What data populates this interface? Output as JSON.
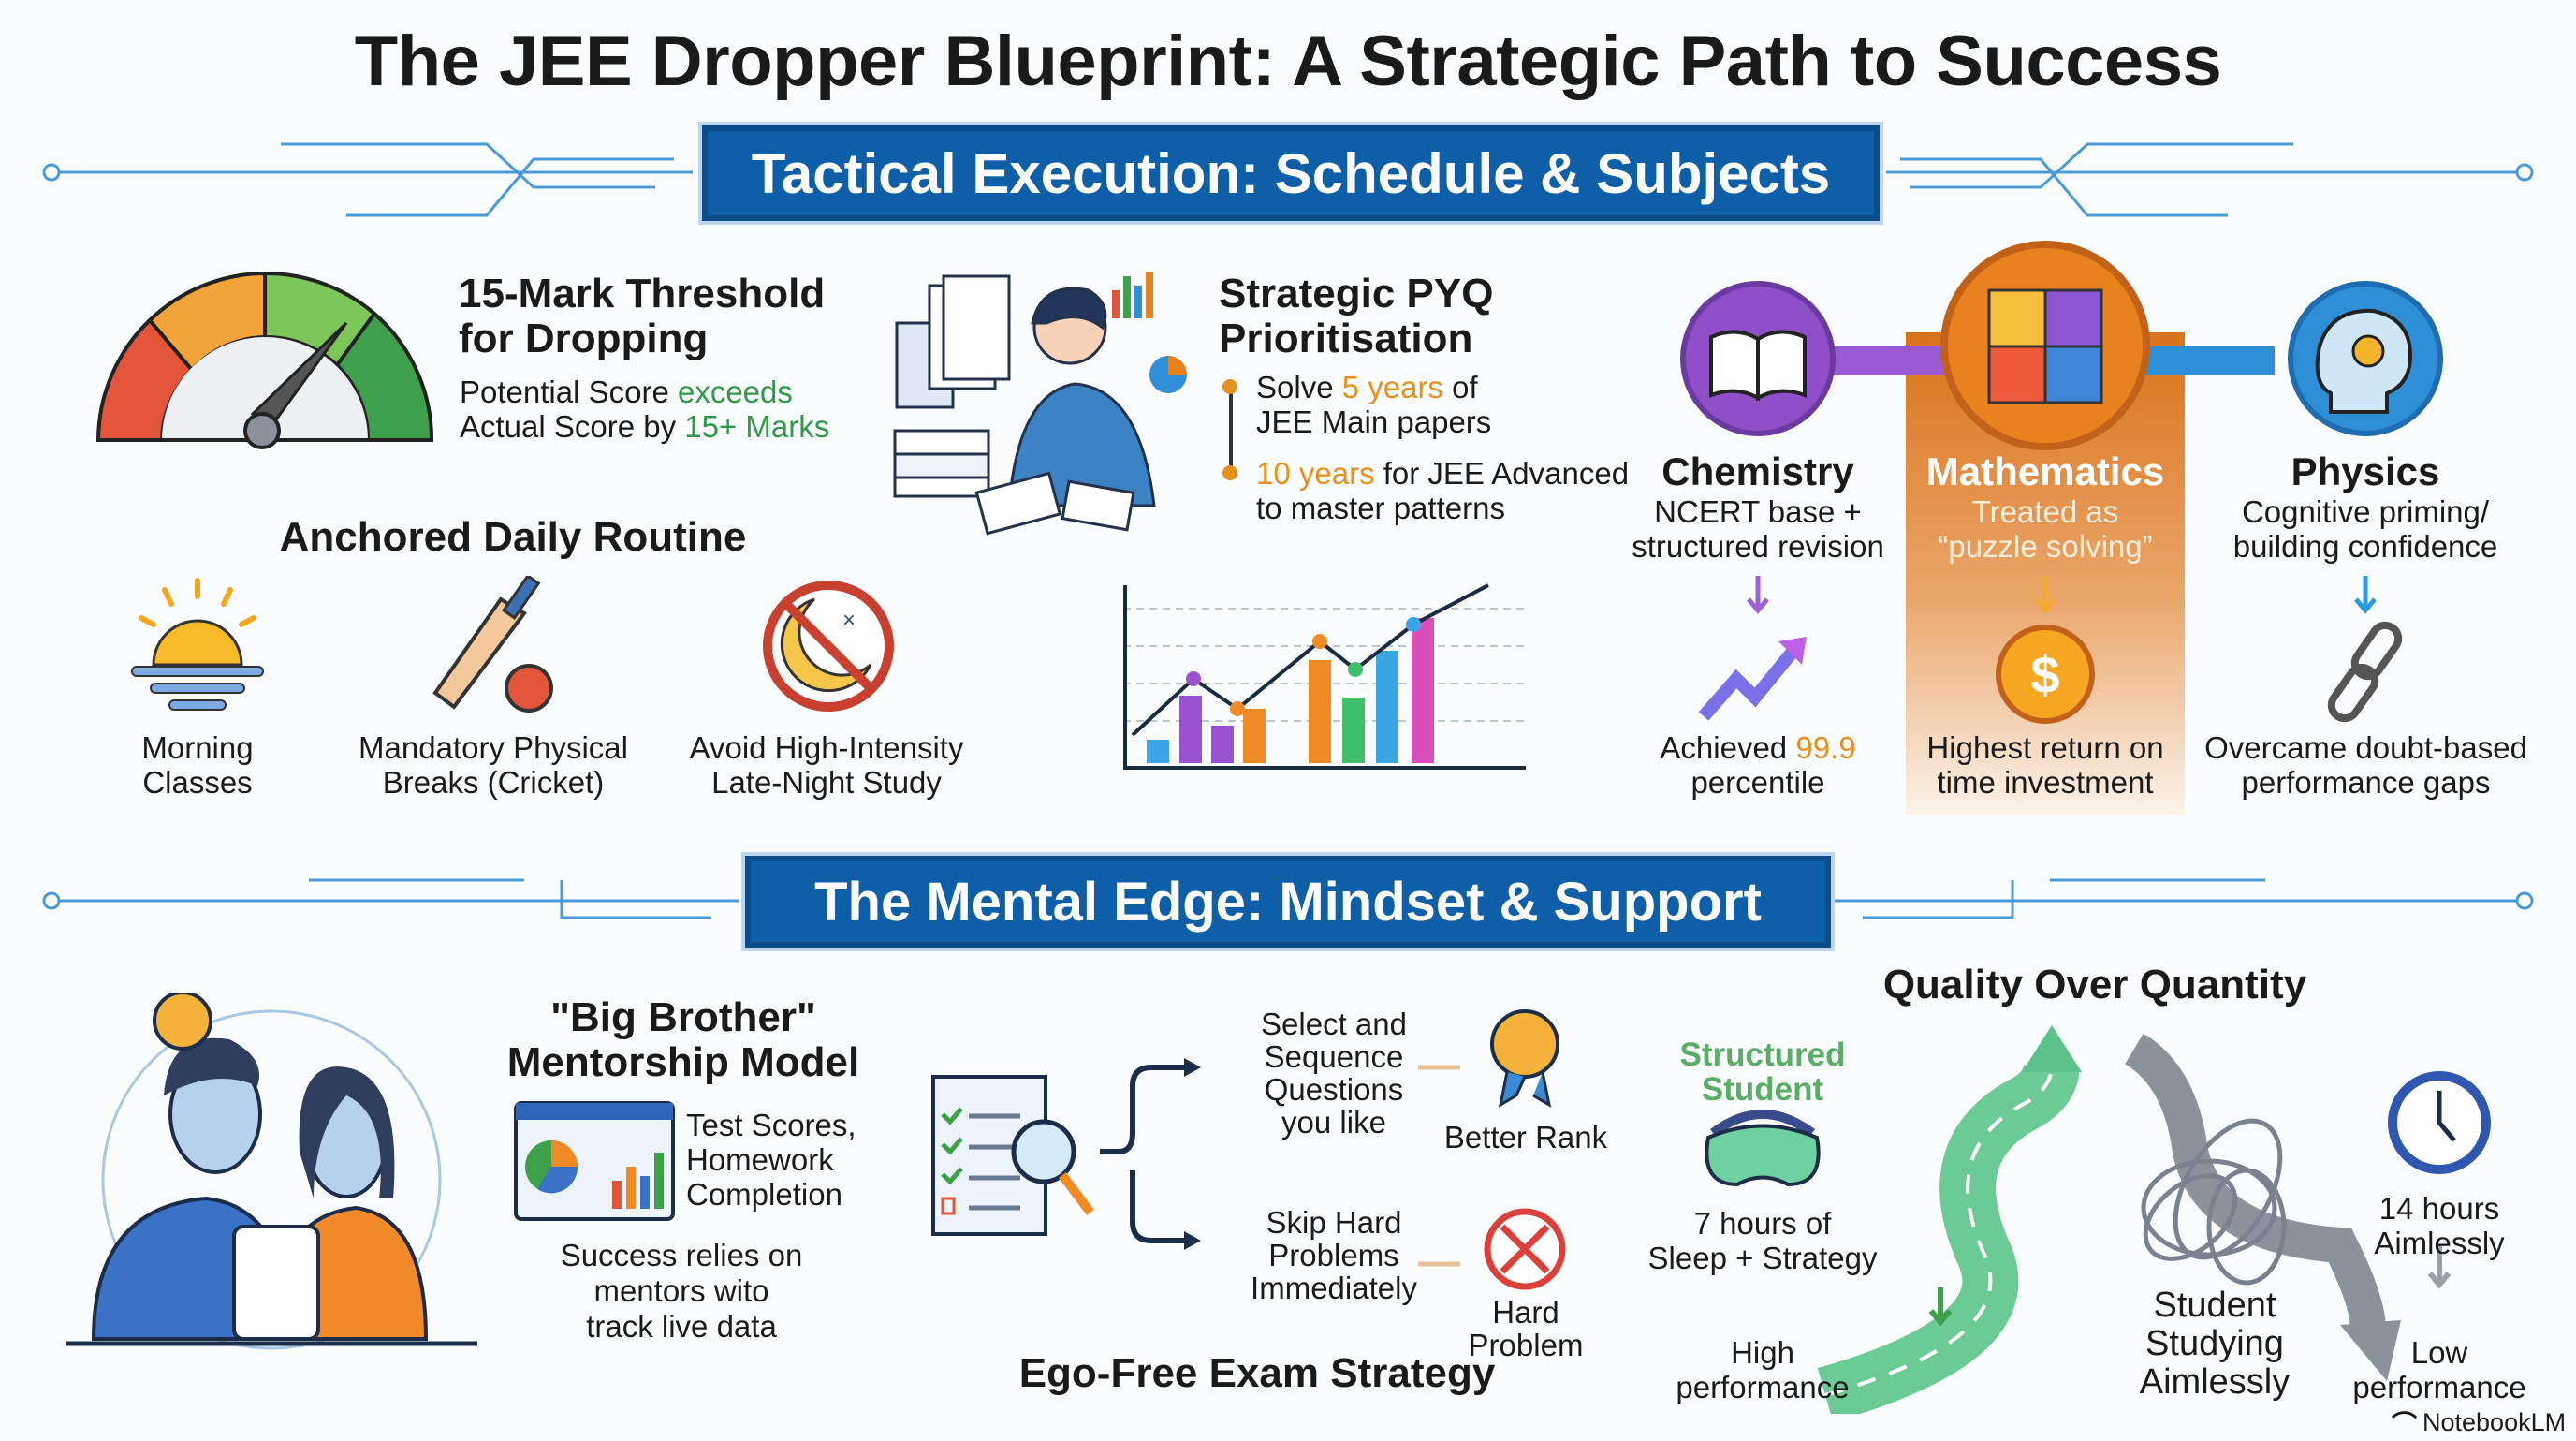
{
  "title": "The JEE Dropper Blueprint: A Strategic Path to Success",
  "section1": {
    "banner": "Tactical Execution: Schedule & Subjects",
    "threshold": {
      "title_line1": "15-Mark Threshold",
      "title_line2": "for Dropping",
      "line1_a": "Potential Score ",
      "line1_b": "exceeds",
      "line2_a": "Actual Score by ",
      "line2_b": "15+ Marks"
    },
    "pyq": {
      "title_line1": "Strategic PYQ",
      "title_line2": "Prioritisation",
      "b1_a": "Solve ",
      "b1_b": "5 years",
      "b1_c": " of",
      "b1_line2": "JEE Main papers",
      "b2_a": "10 years",
      "b2_b": " for JEE Advanced",
      "b2_line2": "to master patterns"
    },
    "routine": {
      "title": "Anchored Daily Routine",
      "items": [
        {
          "line1": "Morning",
          "line2": "Classes"
        },
        {
          "line1": "Mandatory Physical",
          "line2": "Breaks (Cricket)"
        },
        {
          "line1": "Avoid High-Intensity",
          "line2": "Late-Night Study"
        }
      ]
    },
    "subjects": [
      {
        "name": "Chemistry",
        "desc1": "NCERT base +",
        "desc2": "structured revision",
        "result_a": "Achieved ",
        "result_b": "99.9",
        "result_line2": "percentile",
        "color": "#8e4fc7"
      },
      {
        "name": "Mathematics",
        "desc1": "Treated as",
        "desc2": "“puzzle solving”",
        "result_line1": "Highest return on",
        "result_line2": "time investment",
        "color": "#e8821e"
      },
      {
        "name": "Physics",
        "desc1": "Cognitive priming/",
        "desc2": "building confidence",
        "result_line1": "Overcame doubt-based",
        "result_line2": "performance gaps",
        "color": "#2f8fd6"
      }
    ]
  },
  "section2": {
    "banner": "The Mental Edge: Mindset & Support",
    "mentorship": {
      "title_line1": "\"Big Brother\"",
      "title_line2": "Mentorship Model",
      "dash1": "Test Scores,",
      "dash2": "Homework",
      "dash3": "Completion",
      "s1": "Success relies on",
      "s2": "mentors wito",
      "s3": "track live data"
    },
    "ego": {
      "title": "Ego-Free Exam Strategy",
      "top": [
        "Select and",
        "Sequence",
        "Questions",
        "you like"
      ],
      "top_result": "Better Rank",
      "bottom": [
        "Skip Hard",
        "Problems",
        "Immediately"
      ],
      "bottom_result1": "Hard",
      "bottom_result2": "Problem"
    },
    "quality": {
      "title": "Quality Over Quantity",
      "structured1": "Structured",
      "structured2": "Student",
      "sleep1": "7 hours of",
      "sleep2": "Sleep + Strategy",
      "high1": "High",
      "high2": "performance",
      "aimless1": "Student",
      "aimless2": "Studying",
      "aimless3": "Aimlessly",
      "hours1": "14 hours",
      "hours2": "Aimlessly",
      "low1": "Low",
      "low2": "performance"
    }
  },
  "watermark": "NotebookLM"
}
